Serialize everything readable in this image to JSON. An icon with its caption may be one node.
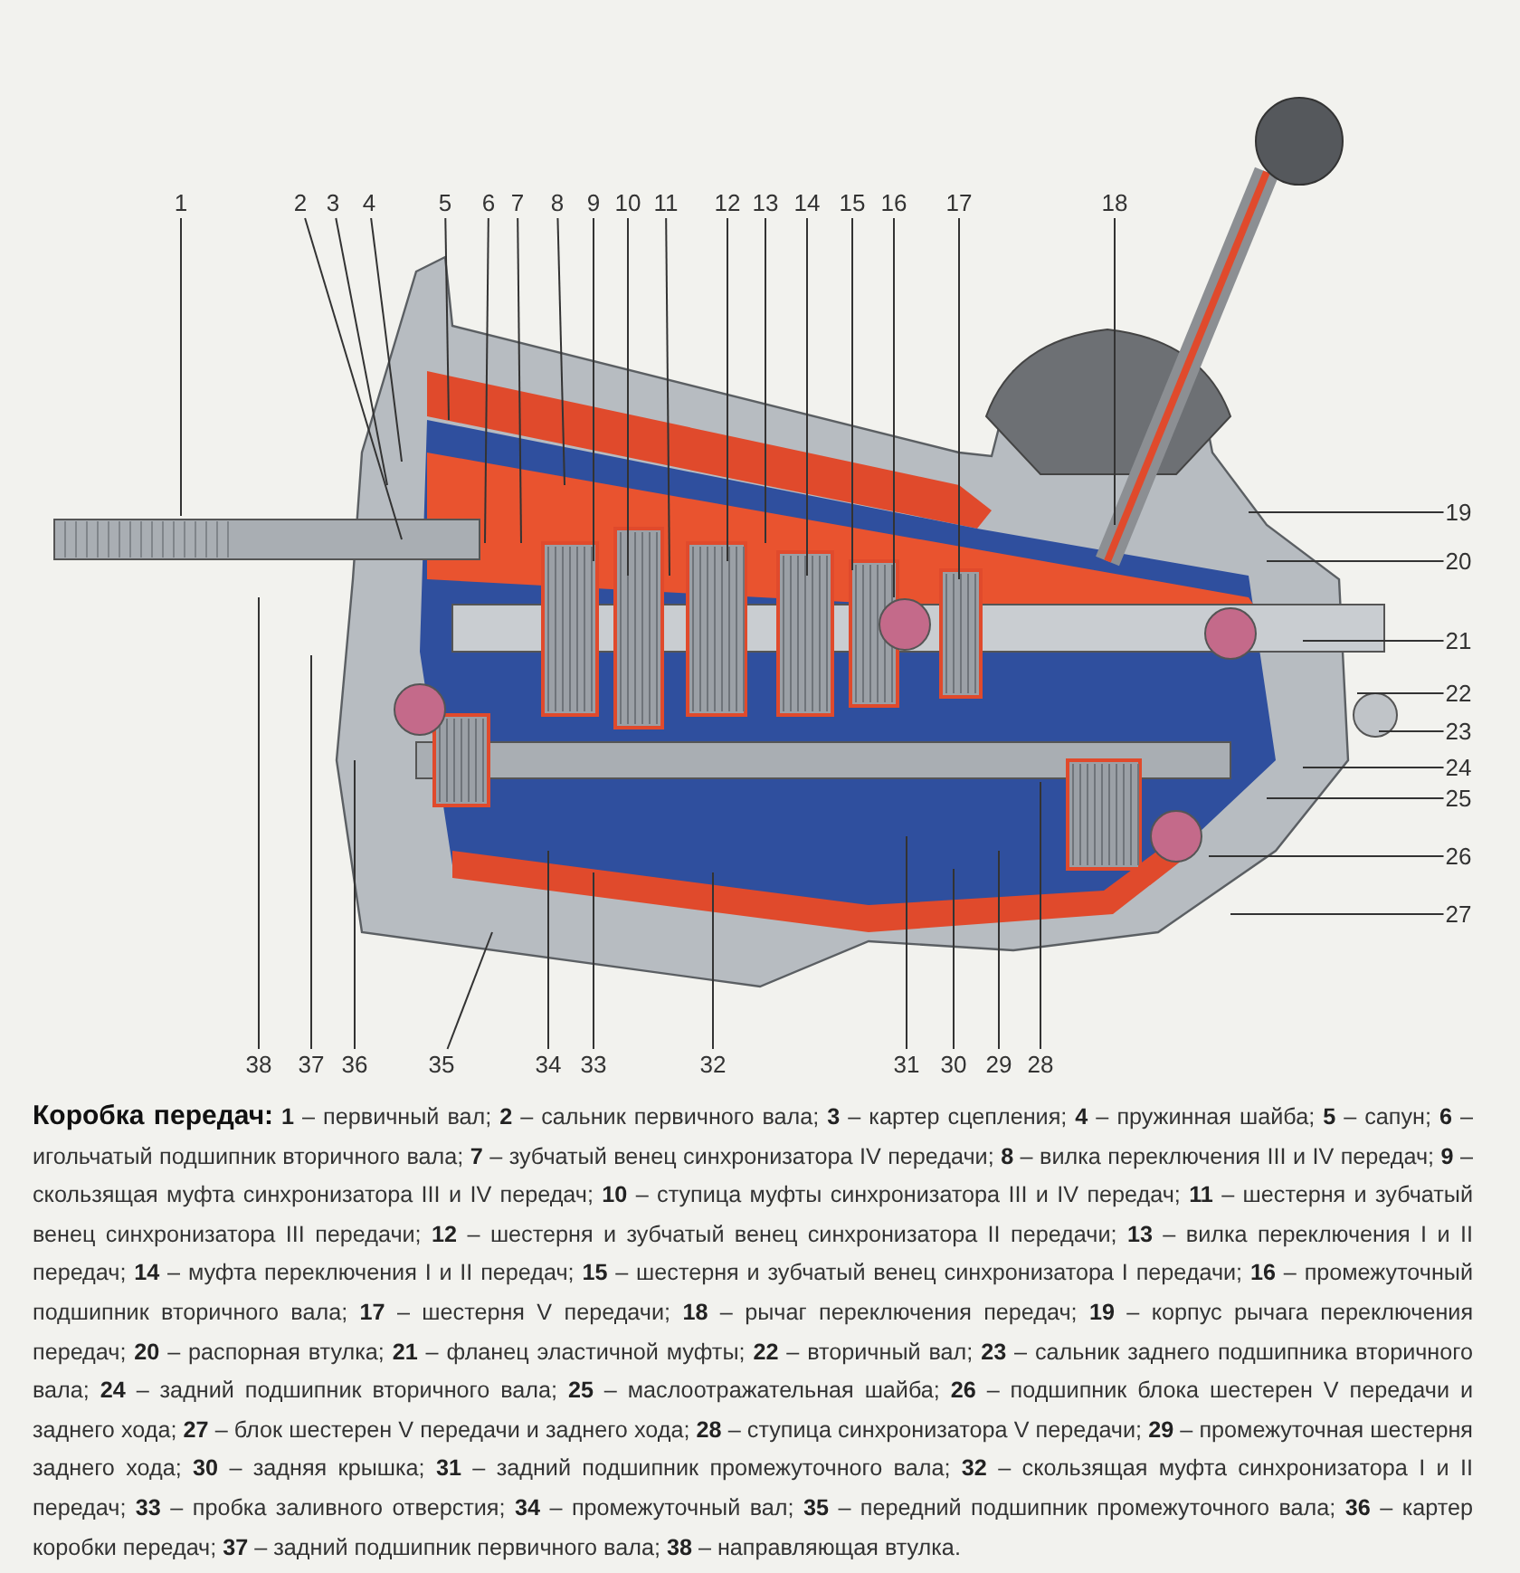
{
  "diagram": {
    "caption": "**Коробка передач:** **1** – первичный вал; **2** – сальник первичного вала; **3** – картер сцепления; **4** – пружинная шайба; **5** – сапун; **6** – игольчатый подшипник вторичного вала; **7** – зубчатый венец синхронизатора IV передачи; **8** – вилка переключения III и IV передач; **9** – скользящая муфта синхронизатора III и IV передач; **10** – ступица муфты синхронизатора III и IV передач; **11** – шестерня и зубчатый венец синхронизатора III передачи; **12** – шестерня и зубчатый венец синхронизатора II передачи; **13** – вилка переключения I и II передач; **14** – муфта переключения I и II передач; **15** – шестерня и зубчатый венец синхронизатора I передачи; **16** – промежуточный подшипник вторичного вала; **17** – шестерня V передачи; **18** – рычаг переключения передач; **19** – корпус рычага переключения передач; **20** – распорная втулка; **21** – фланец эластичной муфты; **22** – вторичный вал; **23** – сальник заднего подшипника вторичного вала; **24** – задний подшипник вторичного вала; **25** – маслоотражательная шайба; **26** – подшипник блока шестерен V передачи и заднего хода; **27** – блок шестерен V передачи и заднего хода; **28** – ступица синхронизатора V передачи; **29** – промежуточная шестерня заднего хода; **30** – задняя крышка; **31** – задний подшипник промежуточного вала; **32** – скользящая муфта синхронизатора I и II передач; **33** – пробка заливного отверстия; **34** – промежуточный вал; **35** – передний подшипник промежуточного вала; **36** – картер коробки передач; **37** – задний подшипник первичного вала; **38** – направляющая втулка.",
    "nodes": [
      {
        "text": [
          "1"
        ]
      },
      {
        "text": [
          "2"
        ]
      },
      {
        "text": [
          "3"
        ]
      },
      {
        "text": [
          "4"
        ]
      },
      {
        "text": [
          "5"
        ]
      },
      {
        "text": [
          "6"
        ]
      },
      {
        "text": [
          "7"
        ]
      },
      {
        "text": [
          "8"
        ]
      },
      {
        "text": [
          "9"
        ]
      },
      {
        "text": [
          "10"
        ]
      },
      {
        "text": [
          "11"
        ]
      },
      {
        "text": [
          "12"
        ]
      },
      {
        "text": [
          "13"
        ]
      },
      {
        "text": [
          "14"
        ]
      },
      {
        "text": [
          "15"
        ]
      },
      {
        "text": [
          "16"
        ]
      },
      {
        "text": [
          "17"
        ]
      },
      {
        "text": [
          "18"
        ]
      },
      {
        "text": [
          "19"
        ]
      },
      {
        "text": [
          "20"
        ]
      },
      {
        "text": [
          "21"
        ]
      },
      {
        "text": [
          "22"
        ]
      },
      {
        "text": [
          "23"
        ]
      },
      {
        "text": [
          "24"
        ]
      },
      {
        "text": [
          "25"
        ]
      },
      {
        "text": [
          "26"
        ]
      },
      {
        "text": [
          "27"
        ]
      },
      {
        "text": [
          "38"
        ]
      },
      {
        "text": [
          "37"
        ]
      },
      {
        "text": [
          "36"
        ]
      },
      {
        "text": [
          "35"
        ]
      },
      {
        "text": [
          "34"
        ]
      },
      {
        "text": [
          "33"
        ]
      },
      {
        "text": [
          "32"
        ]
      },
      {
        "text": [
          "31"
        ]
      },
      {
        "text": [
          "30"
        ]
      },
      {
        "text": [
          "29"
        ]
      },
      {
        "text": [
          "28"
        ]
      }
    ],
    "edges": [
      {
        "from": 0,
        "to": null,
        "arrow": "none"
      },
      {
        "from": 1,
        "to": null,
        "arrow": "none"
      },
      {
        "from": 2,
        "to": null,
        "arrow": "none"
      },
      {
        "from": 3,
        "to": null,
        "arrow": "none"
      },
      {
        "from": 4,
        "to": null,
        "arrow": "none"
      },
      {
        "from": 5,
        "to": null,
        "arrow": "none"
      },
      {
        "from": 6,
        "to": null,
        "arrow": "none"
      },
      {
        "from": 7,
        "to": null,
        "arrow": "none"
      },
      {
        "from": 8,
        "to": null,
        "arrow": "none"
      },
      {
        "from": 9,
        "to": null,
        "arrow": "none"
      },
      {
        "from": 10,
        "to": null,
        "arrow": "none"
      },
      {
        "from": 11,
        "to": null,
        "arrow": "none"
      },
      {
        "from": 12,
        "to": null,
        "arrow": "none"
      },
      {
        "from": 13,
        "to": null,
        "arrow": "none"
      },
      {
        "from": 14,
        "to": null,
        "arrow": "none"
      },
      {
        "from": 15,
        "to": null,
        "arrow": "none"
      },
      {
        "from": 16,
        "to": null,
        "arrow": "none"
      },
      {
        "from": 17,
        "to": null,
        "arrow": "none"
      },
      {
        "from": 18,
        "to": null,
        "arrow": "none"
      },
      {
        "from": 19,
        "to": null,
        "arrow": "none"
      },
      {
        "from": 20,
        "to": null,
        "arrow": "none"
      },
      {
        "from": 21,
        "to": null,
        "arrow": "none"
      },
      {
        "from": 22,
        "to": null,
        "arrow": "none"
      },
      {
        "from": 23,
        "to": null,
        "arrow": "none"
      },
      {
        "from": 24,
        "to": null,
        "arrow": "none"
      },
      {
        "from": 25,
        "to": null,
        "arrow": "none"
      },
      {
        "from": 26,
        "to": null,
        "arrow": "none"
      },
      {
        "from": 27,
        "to": null,
        "arrow": "none"
      },
      {
        "from": 28,
        "to": null,
        "arrow": "none"
      },
      {
        "from": 29,
        "to": null,
        "arrow": "none"
      },
      {
        "from": 30,
        "to": null,
        "arrow": "none"
      },
      {
        "from": 31,
        "to": null,
        "arrow": "none"
      },
      {
        "from": 32,
        "to": null,
        "arrow": "none"
      },
      {
        "from": 33,
        "to": null,
        "arrow": "none"
      },
      {
        "from": 34,
        "to": null,
        "arrow": "none"
      },
      {
        "from": 35,
        "to": null,
        "arrow": "none"
      },
      {
        "from": 36,
        "to": null,
        "arrow": "none"
      },
      {
        "from": 37,
        "to": null,
        "arrow": "none"
      }
    ]
  }
}
